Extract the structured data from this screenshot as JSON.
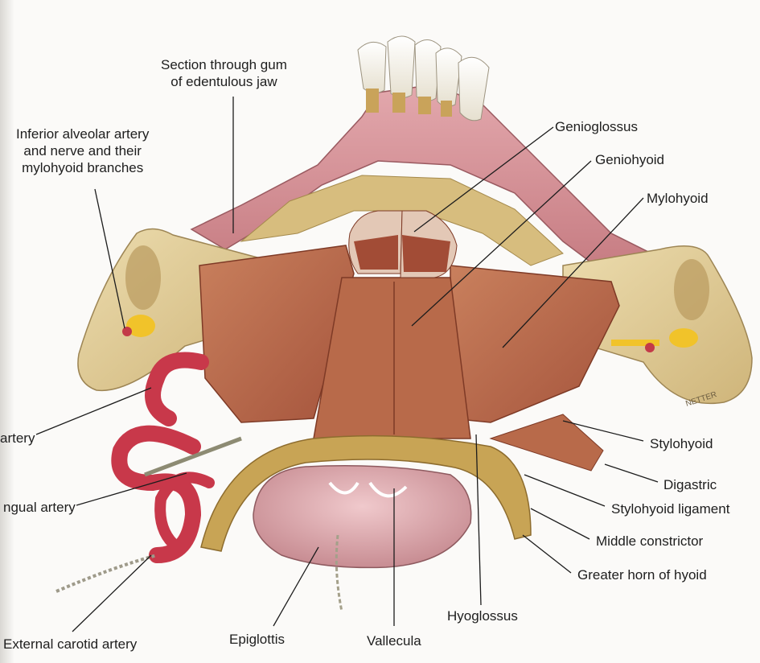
{
  "labels": {
    "section_gum": [
      "Section through gum",
      "of edentulous jaw"
    ],
    "inferior_alveolar": [
      "Inferior alveolar artery",
      "and nerve and their",
      "mylohyoid branches"
    ],
    "genioglossus": "Genioglossus",
    "geniohyoid": "Geniohyoid",
    "mylohyoid": "Mylohyoid",
    "facial_artery": "artery",
    "lingual_artery": "ngual artery",
    "external_carotid": "External carotid artery",
    "epiglottis": "Epiglottis",
    "vallecula": "Vallecula",
    "hyoglossus": "Hyoglossus",
    "greater_horn": "Greater horn of hyoid",
    "middle_constrictor": "Middle constrictor",
    "stylohyoid_ligament": "Stylohyoid ligament",
    "digastric": "Digastric",
    "stylohyoid": "Stylohyoid"
  },
  "signature": "NETTER"
}
